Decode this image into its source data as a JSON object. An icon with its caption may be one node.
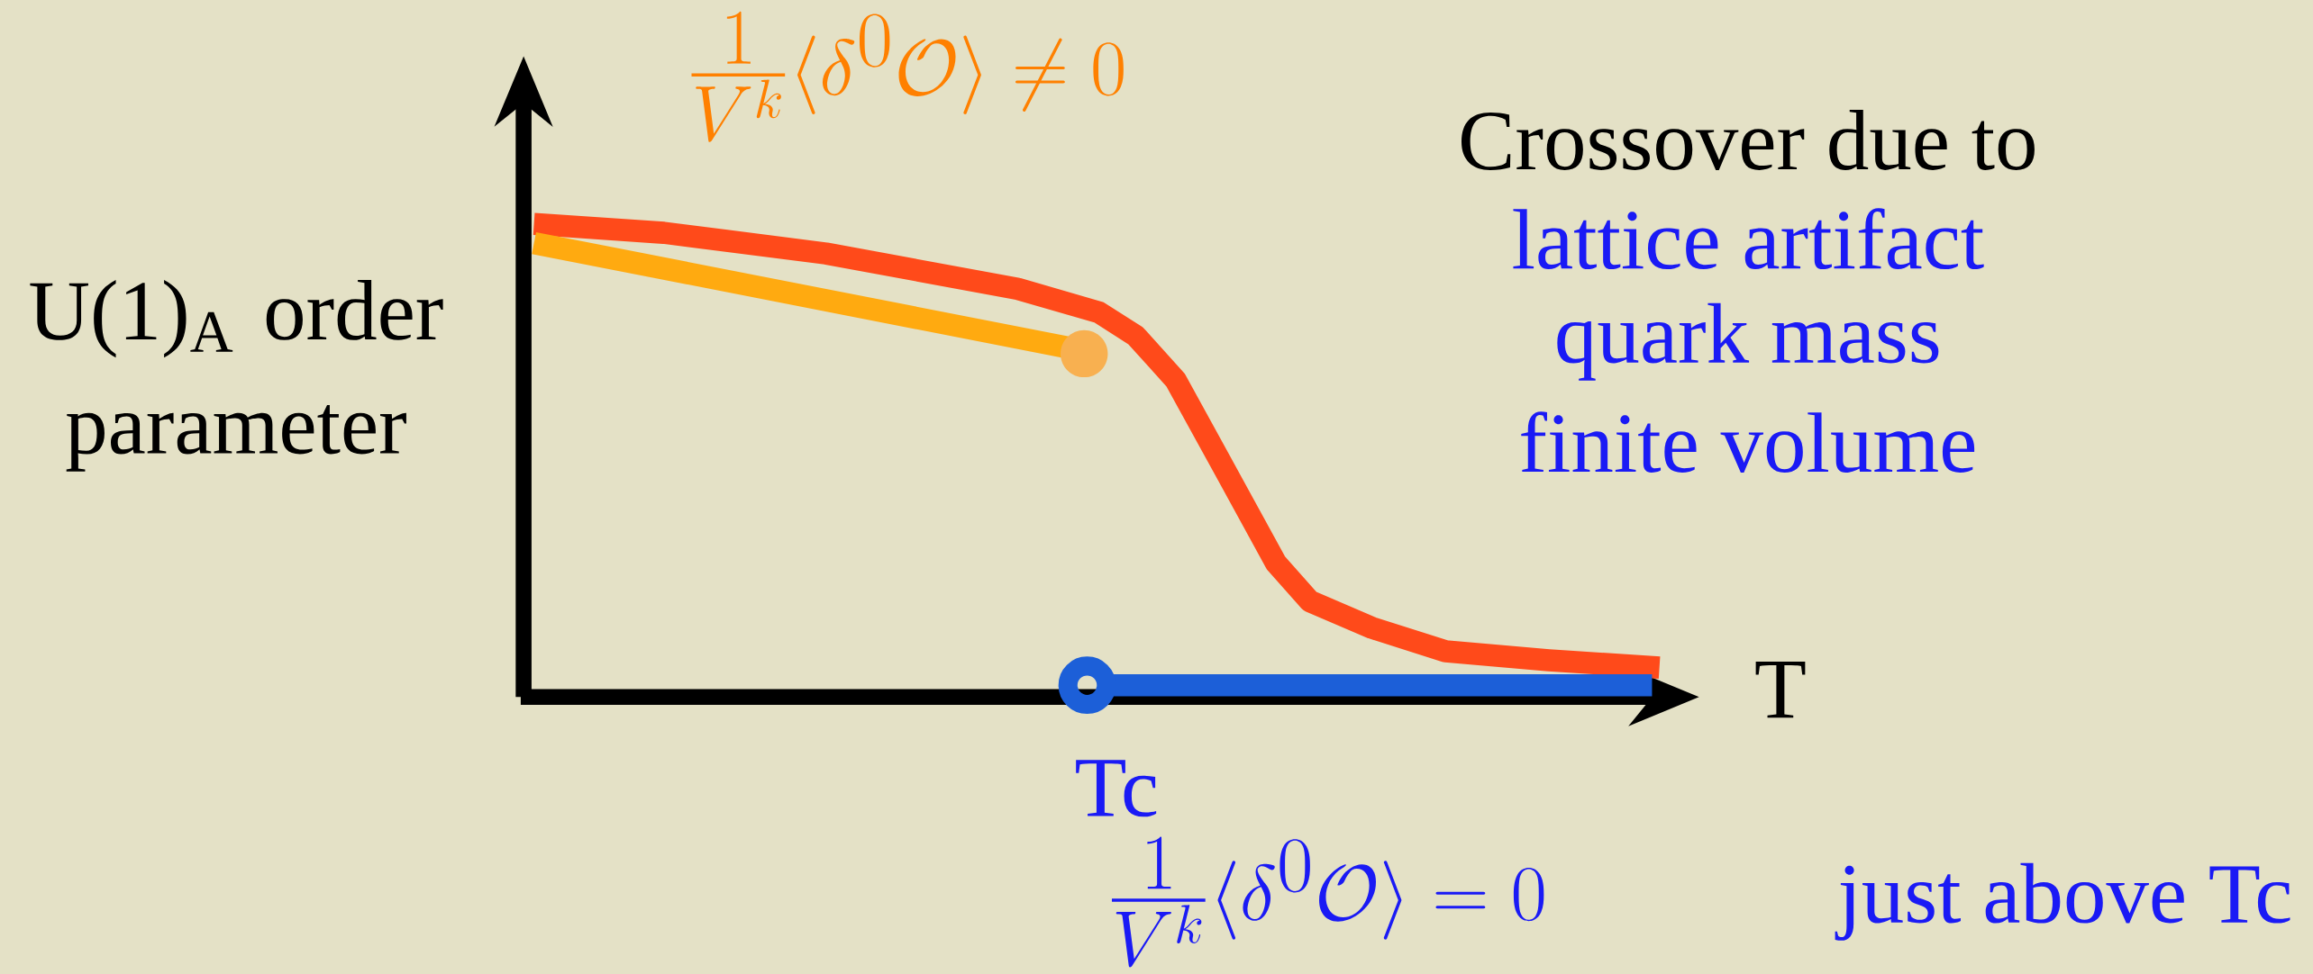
{
  "diagram": {
    "labels": [
      "\\frac{1}{V^k}\\langle\\delta^0\\mathcal{O}\\rangle\\neq 0",
      "Crossover due to",
      "lattice artifact",
      "quark mass",
      "finite volume",
      "U(1)$_{A}$ order parameter",
      "T",
      "Tc",
      "\\frac{1}{V^k}\\langle\\delta^0\\mathcal{O}\\rangle=0",
      "just above Tc"
    ]
  }
}
